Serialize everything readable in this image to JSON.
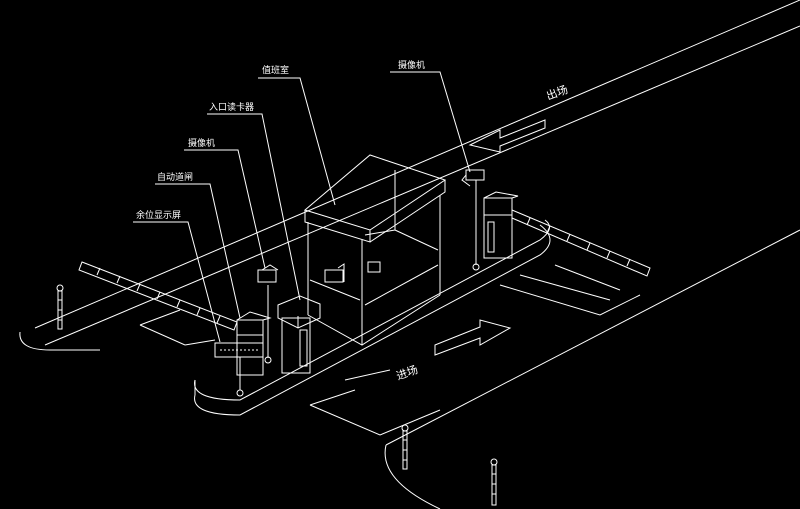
{
  "diagram": {
    "labels": {
      "guard_booth": "值班室",
      "entry_card_reader": "入口读卡器",
      "camera_left": "摄像机",
      "auto_barrier": "自动道闸",
      "display_screen": "余位显示屏",
      "camera_right": "摄像机",
      "exit_text": "出场",
      "entry_text": "进场"
    },
    "colors": {
      "background": "#000000",
      "line": "#ffffff",
      "barrier_stripe": "#ffffff"
    }
  }
}
